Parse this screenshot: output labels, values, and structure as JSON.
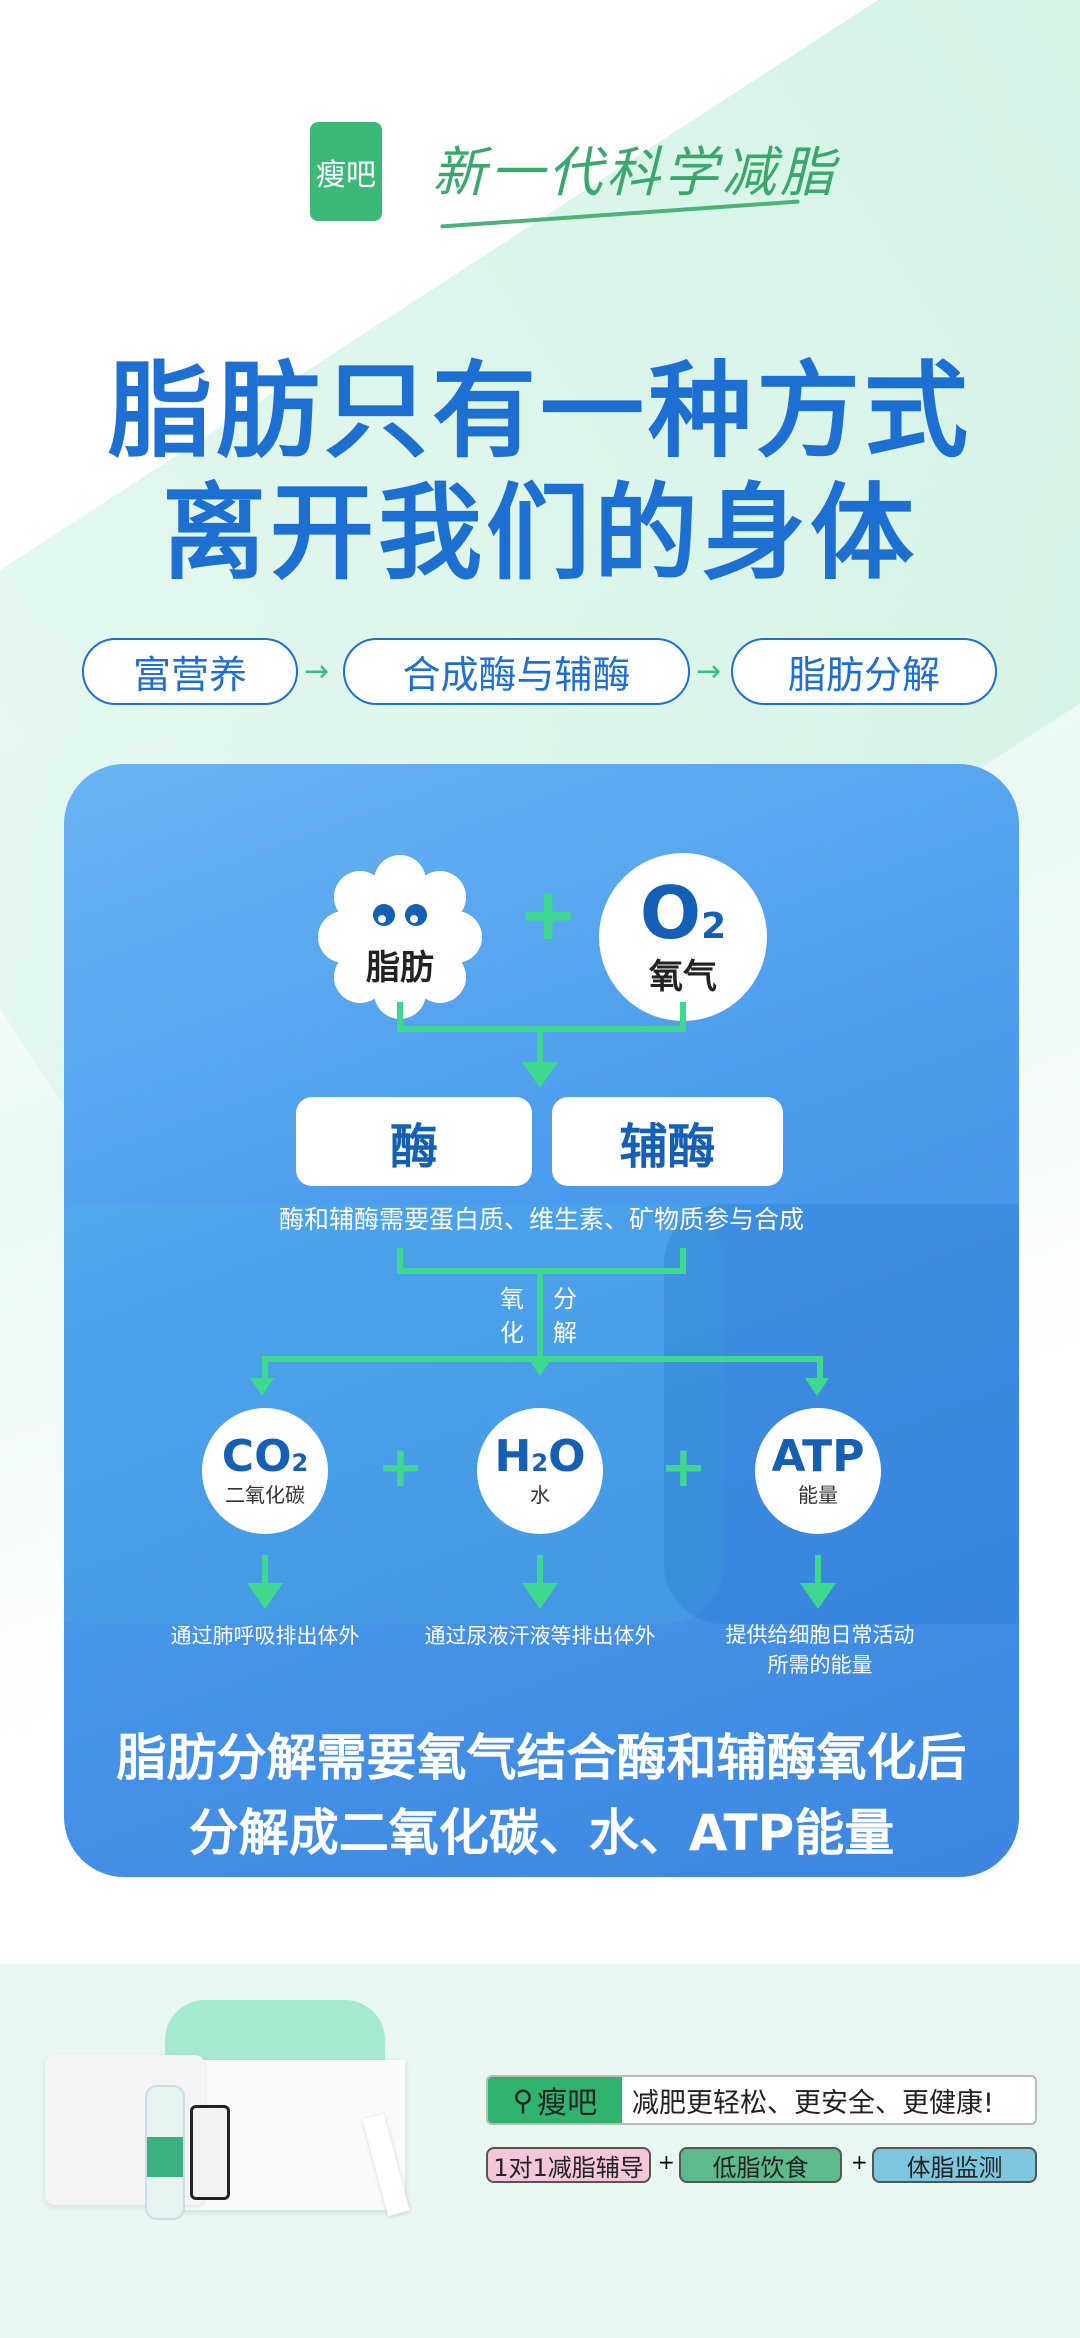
{
  "brand": {
    "logo_text": "瘦吧",
    "slogan": "新一代科学减脂"
  },
  "title": {
    "line1": "脂肪只有一种方式",
    "line2": "离开我们的身体"
  },
  "steps": [
    {
      "label": "富营养"
    },
    {
      "label": "合成酶与辅酶"
    },
    {
      "label": "脂肪分解"
    }
  ],
  "step_arrow": "→",
  "diagram": {
    "fat": "脂肪",
    "oxygen_formula": "O",
    "oxygen_sub": "2",
    "oxygen": "氧气",
    "plus": "+",
    "enzyme": "酶",
    "coenzyme": "辅酶",
    "enzyme_caption": "酶和辅酶需要蛋白质、维生素、矿物质参与合成",
    "oxidation": [
      "氧",
      "化"
    ],
    "decomposition": [
      "分",
      "解"
    ],
    "products": [
      {
        "formula_a": "CO",
        "sub": "2",
        "formula_b": "",
        "name": "二氧化碳",
        "note": "通过肺呼吸排出体外",
        "note2": ""
      },
      {
        "formula_a": "H",
        "sub": "2",
        "formula_b": "O",
        "name": "水",
        "note": "通过尿液汗液等排出体外",
        "note2": ""
      },
      {
        "formula_a": "ATP",
        "sub": "",
        "formula_b": "",
        "name": "能量",
        "note": "提供给细胞日常活动",
        "note2": "所需的能量"
      }
    ],
    "summary1": "脂肪分解需要氧气结合酶和辅酶氧化后",
    "summary2": "分解成二氧化碳、水、ATP能量"
  },
  "footer": {
    "search_brand": "瘦吧",
    "tagline": "减肥更轻松、更安全、更健康!",
    "tags": [
      "1对1减脂辅导",
      "低脂饮食",
      "体脂监测"
    ],
    "plus": "+",
    "colors": {
      "pink": "#f3c6dc",
      "green": "#5dbb8a",
      "blue": "#7cc7dd",
      "brand_green": "#2fb36e"
    }
  }
}
